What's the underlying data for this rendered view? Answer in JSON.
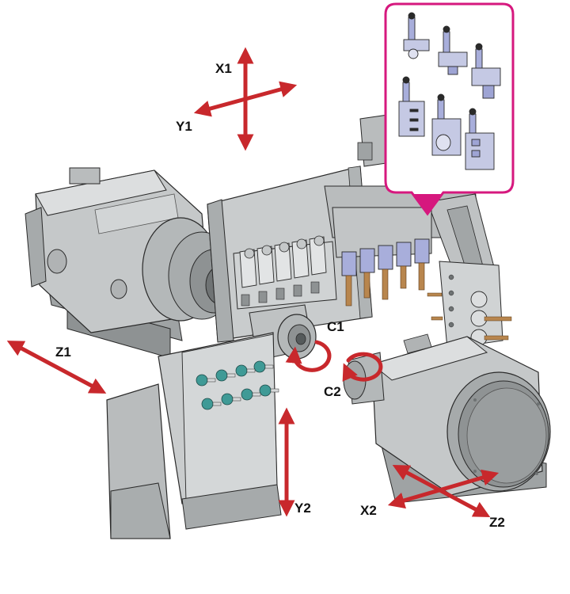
{
  "colors": {
    "axis_arrow": "#c8282c",
    "callout_border": "#d6187e",
    "machine_body": "#b9bcbd",
    "machine_dark": "#8e9293",
    "machine_light": "#dcdedf",
    "outline": "#2a2a2a",
    "tool_blue": "#a8aedb",
    "drill_bronze": "#b8864e",
    "coolant_teal": "#3f9a96"
  },
  "axes": {
    "x1": "X1",
    "y1": "Y1",
    "z1": "Z1",
    "c1": "C1",
    "c2": "C2",
    "y2": "Y2",
    "x2": "X2",
    "z2": "Z2"
  },
  "callout": {
    "icon": "tool-holder-set-icon",
    "holder_count": 6
  }
}
